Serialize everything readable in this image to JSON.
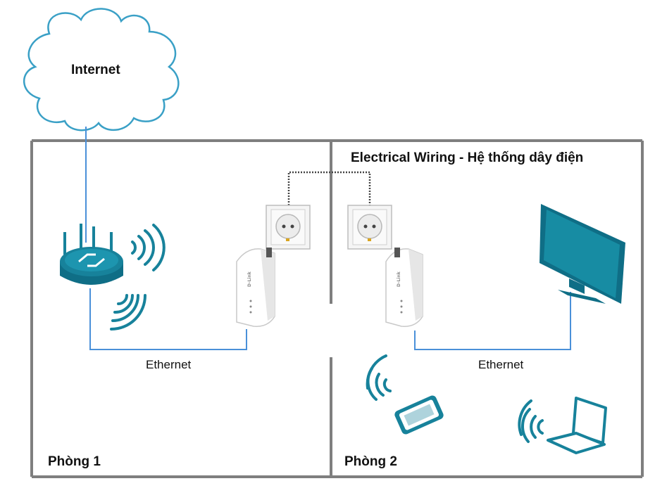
{
  "labels": {
    "internet": "Internet",
    "wiring": "Electrical Wiring - Hệ thống dây điện",
    "ethernet_left": "Ethernet",
    "ethernet_right": "Ethernet",
    "room1": "Phòng 1",
    "room2": "Phòng 2"
  },
  "brand_labels": {
    "adapter_left": "D-Link",
    "adapter_right": "D-Link"
  },
  "colors": {
    "cloud_outline": "#3aa0c6",
    "cable": "#4a90d9",
    "wall": "#7f7f7f",
    "device_teal": "#17829b",
    "screen": "#178ca3"
  },
  "icons": {
    "cloud": "internet-cloud-icon",
    "router": "wireless-router-icon",
    "powerline_adapter": "powerline-adapter-icon",
    "outlet": "power-outlet-icon",
    "monitor": "monitor-icon",
    "tablet": "tablet-icon",
    "laptop": "laptop-icon",
    "wifi": "wifi-signal-icon"
  }
}
